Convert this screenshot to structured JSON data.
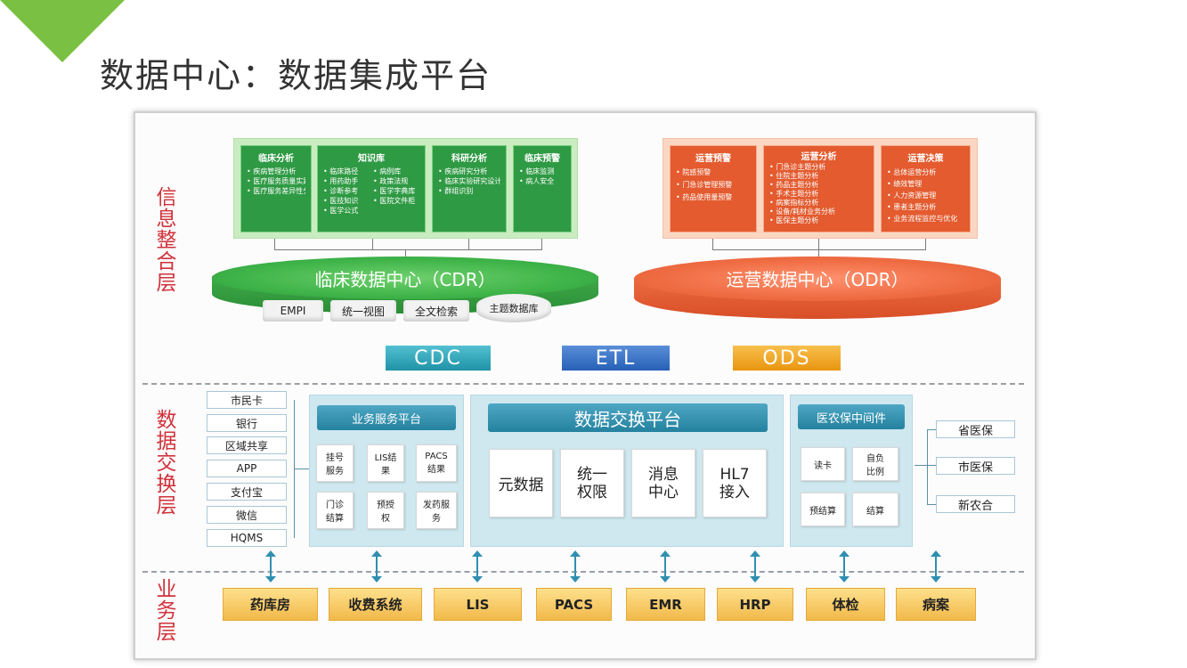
{
  "title": "数据中心：数据集成平台",
  "layers": {
    "info": "信息整合层",
    "exchange": "数据交换层",
    "business": "业务层"
  },
  "clinical_boxes": [
    {
      "title": "临床分析",
      "items": [
        "• 疾病管理分析",
        "• 医疗服务质量实践分析",
        "• 医疗服务差异性分析"
      ]
    },
    {
      "title": "知识库",
      "items_left": [
        "• 临床路径",
        "• 用药助手",
        "• 诊断参考",
        "• 医技知识",
        "• 医学公式"
      ],
      "items_right": [
        "• 病例库",
        "• 政策法规",
        "• 医学字典库",
        "• 医院文件柜"
      ]
    },
    {
      "title": "科研分析",
      "items": [
        "• 疾病研究分析",
        "• 临床实验研究设计",
        "• 群组识别"
      ]
    },
    {
      "title": "临床预警",
      "items": [
        "• 临床监测",
        "• 病人安全"
      ]
    }
  ],
  "operation_boxes": [
    {
      "title": "运营预警",
      "items": [
        "• 院感预警",
        "• 门急诊管理预警",
        "• 药品使用量预警"
      ]
    },
    {
      "title": "运营分析",
      "items": [
        "• 门急诊主题分析",
        "• 住院主题分析",
        "• 药品主题分析",
        "• 手术主题分析",
        "• 病案指标分析",
        "• 设备/耗材业务分析",
        "• 医保主题分析"
      ]
    },
    {
      "title": "运营决策",
      "items": [
        "• 总体运营分析",
        "• 绩效管理",
        "• 人力资源管理",
        "• 患者主题分析",
        "• 业务流程监控与优化"
      ]
    }
  ],
  "cdr": {
    "label": "临床数据中心（CDR）",
    "chips": [
      "EMPI",
      "统一视图",
      "全文检索",
      "主题数据库"
    ]
  },
  "odr": {
    "label": "运营数据中心（ODR）"
  },
  "pipes": [
    {
      "label": "CDC",
      "color": "#2aa3b8"
    },
    {
      "label": "ETL",
      "color": "#2f6fc0"
    },
    {
      "label": "ODS",
      "color": "#f0a11d"
    }
  ],
  "left_list": [
    "市民卡",
    "银行",
    "区域共享",
    "APP",
    "支付宝",
    "微信",
    "HQMS"
  ],
  "business_service": {
    "title": "业务服务平台",
    "items": [
      "挂号服务",
      "LIS结果",
      "PACS结果",
      "门诊结算",
      "预授权",
      "发药服务"
    ]
  },
  "exchange_platform": {
    "title": "数据交换平台",
    "items": [
      "元数据",
      "统一权限",
      "消息中心",
      "HL7接入"
    ]
  },
  "insurance": {
    "title": "医农保中间件",
    "items": [
      "读卡",
      "自负比例",
      "预结算",
      "结算"
    ]
  },
  "right_list": [
    "省医保",
    "市医保",
    "新农合"
  ],
  "business_systems": [
    "药库房",
    "收费系统",
    "LIS",
    "PACS",
    "EMR",
    "HRP",
    "体检",
    "病案"
  ],
  "colors": {
    "accent_green": "#7ac143",
    "layer_red": "#d1323b",
    "clinical_green": "#2f9a44",
    "operation_orange": "#e35b2f"
  }
}
